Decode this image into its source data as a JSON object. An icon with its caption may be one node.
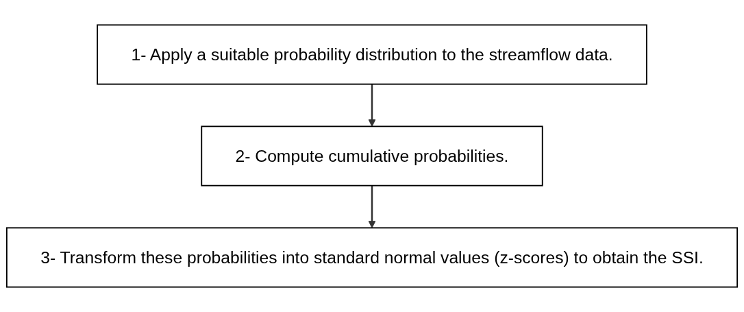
{
  "diagram": {
    "nodes": [
      {
        "text": [
          "1- Apply a suitable probability distribution to the streamflow data."
        ]
      },
      {
        "text": [
          "2- Compute cumulative probabilities."
        ]
      },
      {
        "text": [
          "3- Transform these probabilities into standard normal values (z-scores) to obtain the SSI."
        ]
      }
    ],
    "edges": [
      {
        "from": 0,
        "to": 1,
        "arrow": "to"
      },
      {
        "from": 1,
        "to": 2,
        "arrow": "to"
      }
    ]
  }
}
